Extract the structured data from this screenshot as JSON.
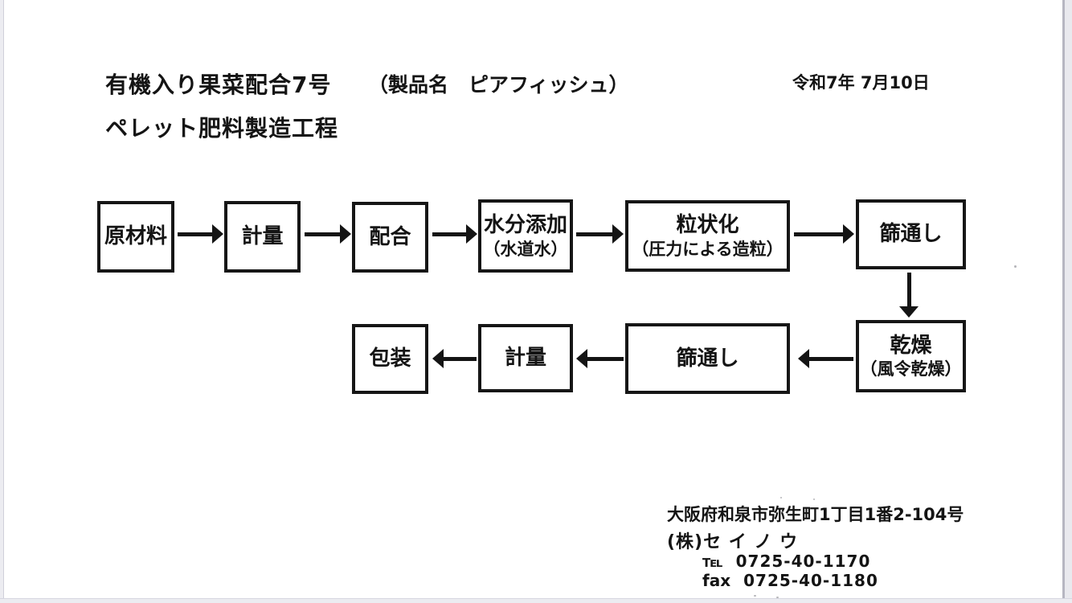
{
  "header": {
    "title_line1": "有機入り果菜配合7号",
    "product_name": "（製品名　ピアフィッシュ）",
    "date": "令和7年 7月10日",
    "title_line2": "ペレット肥料製造工程"
  },
  "flowchart": {
    "row1": [
      {
        "label": "原材料"
      },
      {
        "label": "計量"
      },
      {
        "label": "配合"
      },
      {
        "label": "水分添加",
        "sublabel": "（水道水）"
      },
      {
        "label": "粒状化",
        "sublabel": "（圧力による造粒）"
      },
      {
        "label": "篩通し"
      }
    ],
    "row2": [
      {
        "label": "乾燥",
        "sublabel": "（風令乾燥）"
      },
      {
        "label": "篩通し"
      },
      {
        "label": "計量"
      },
      {
        "label": "包装"
      }
    ]
  },
  "footer": {
    "address": "大阪府和泉市弥生町1丁目1番2-104号",
    "company": "(株)セ イ ノ ウ",
    "tel_label": "℡",
    "tel_number": "0725-40-1170",
    "fax_label": "fax",
    "fax_number": "0725-40-1180"
  },
  "icons": {
    "flow_arrow_right": "→",
    "flow_arrow_left": "←",
    "flow_arrow_down": "↓"
  }
}
